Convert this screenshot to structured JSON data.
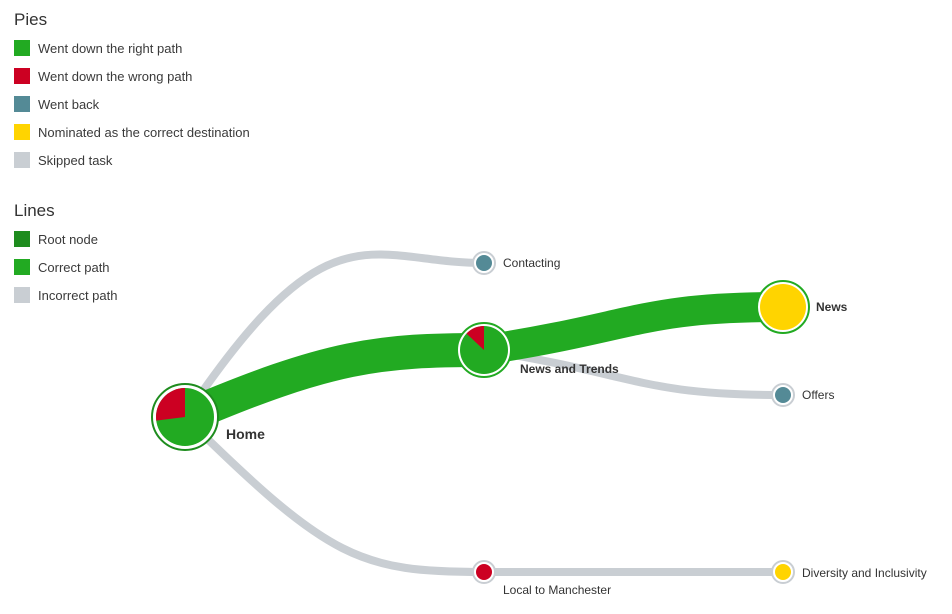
{
  "legend": {
    "pies_title": "Pies",
    "pies": [
      {
        "label": "Went down the right path",
        "color": "#22aa22"
      },
      {
        "label": "Went down the wrong path",
        "color": "#cc0022"
      },
      {
        "label": "Went back",
        "color": "#548a96"
      },
      {
        "label": "Nominated as the correct destination",
        "color": "#ffd400"
      },
      {
        "label": "Skipped task",
        "color": "#c9ced3"
      }
    ],
    "lines_title": "Lines",
    "lines": [
      {
        "label": "Root node",
        "color": "#1e8c1e"
      },
      {
        "label": "Correct path",
        "color": "#22aa22"
      },
      {
        "label": "Incorrect path",
        "color": "#c9ced3"
      }
    ]
  },
  "tree": {
    "nodes": {
      "home": {
        "label": "Home",
        "wrong_fraction": 0.27
      },
      "news_trends": {
        "label": "News and Trends",
        "wrong_fraction": 0.13
      },
      "contacting": {
        "label": "Contacting"
      },
      "local": {
        "label": "Local to Manchester"
      },
      "news": {
        "label": "News"
      },
      "offers": {
        "label": "Offers"
      },
      "diversity": {
        "label": "Diversity and Inclusivity"
      }
    }
  }
}
